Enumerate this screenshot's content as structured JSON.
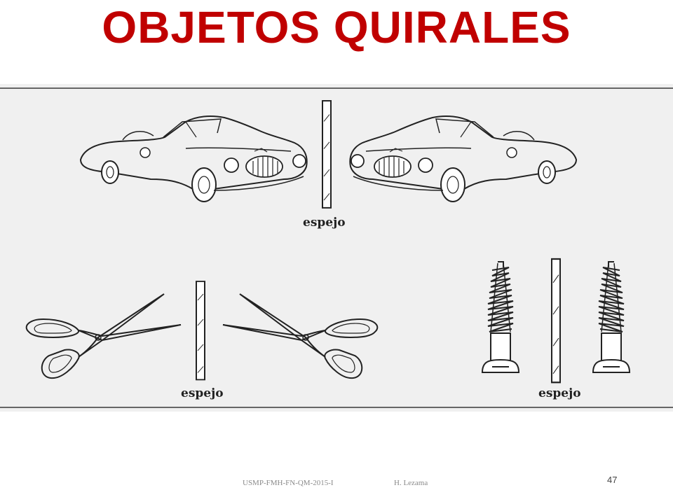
{
  "slide": {
    "title": "OBJETOS QUIRALES",
    "mirror_label_cars": "espejo",
    "mirror_label_scissors": "espejo",
    "mirror_label_screws": "espejo",
    "footer_course": "USMP-FMH-FN-QM-2015-I",
    "footer_author": "H. Lezama",
    "page_number": "47",
    "title_color": "#c00000"
  },
  "figure": {
    "pairs": [
      "cars",
      "scissors",
      "screws"
    ]
  }
}
